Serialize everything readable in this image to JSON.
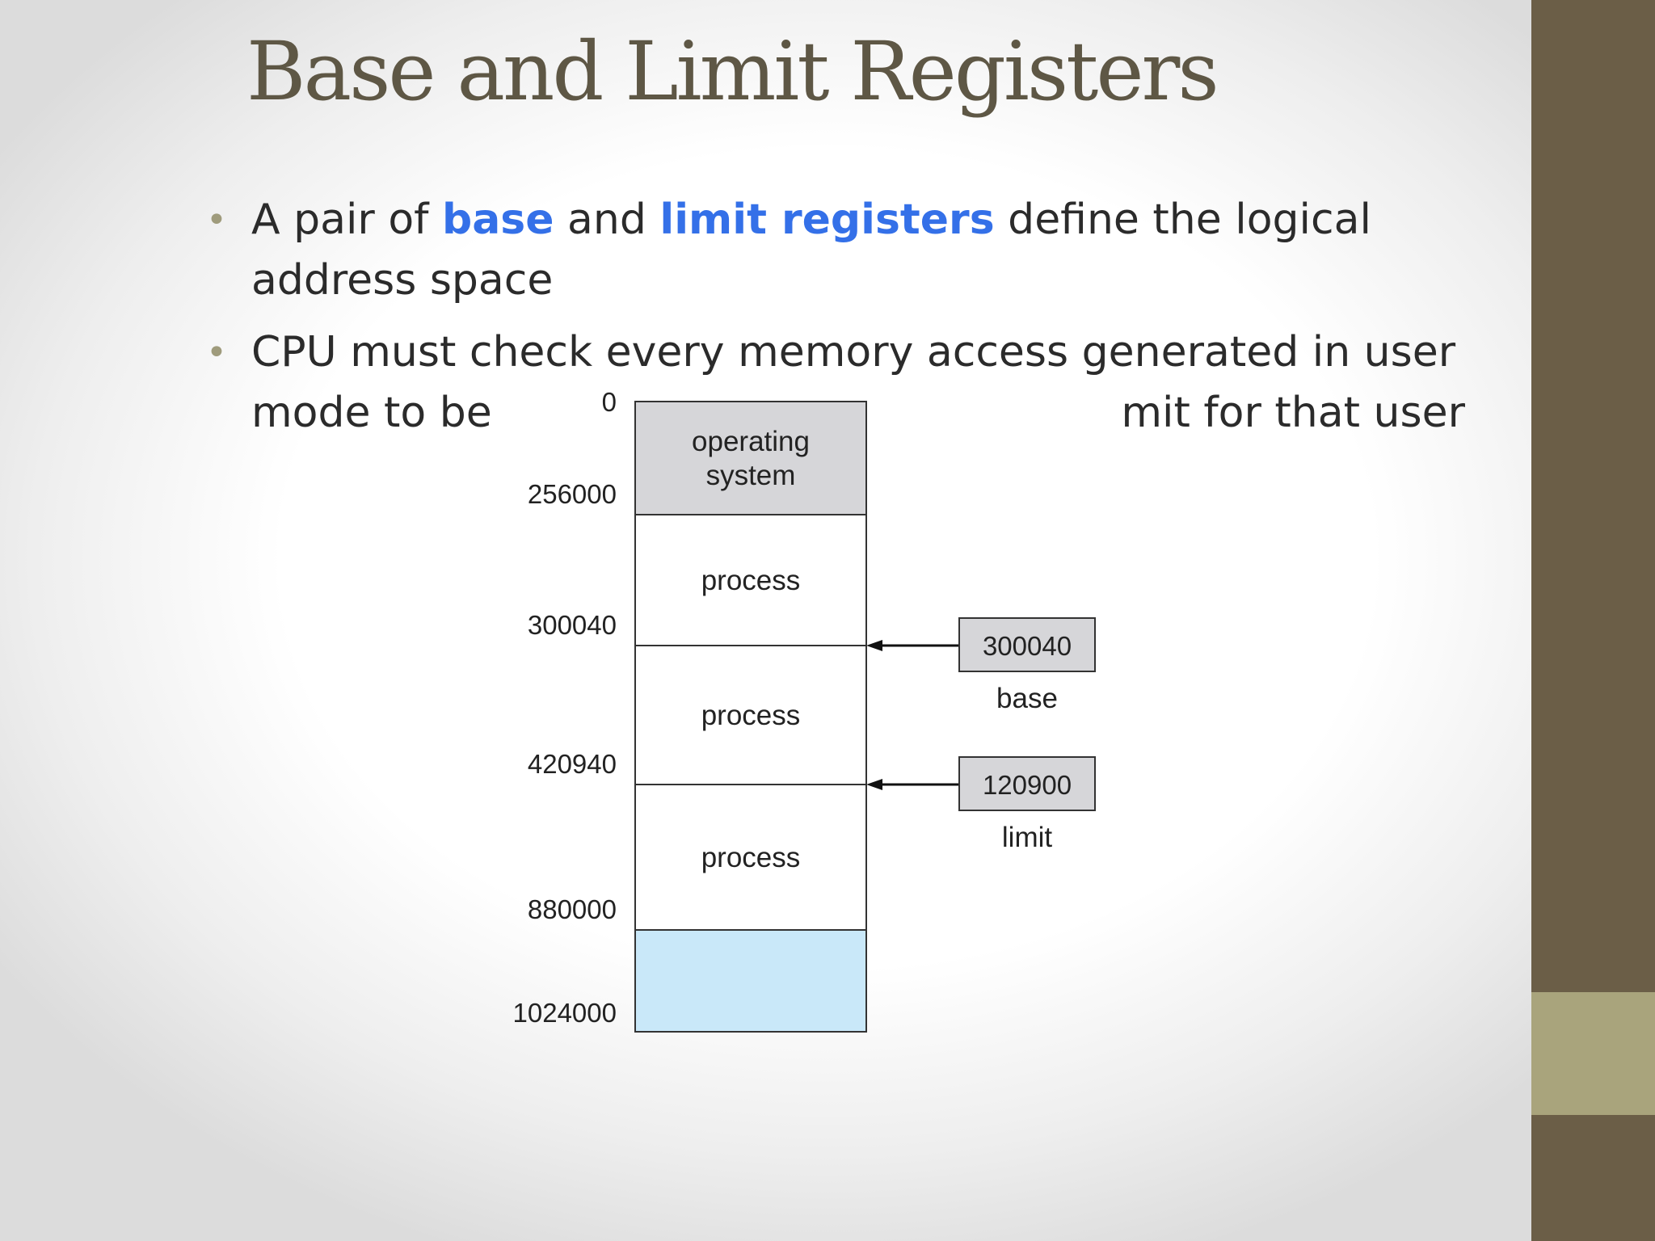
{
  "slide": {
    "title": "Base and Limit Registers",
    "bullets": [
      {
        "parts": [
          {
            "text": "A pair of "
          },
          {
            "text": "base",
            "highlight": true
          },
          {
            "text": " and "
          },
          {
            "text": "limit registers",
            "highlight": true
          },
          {
            "text": " define the logical address space"
          }
        ]
      },
      {
        "parts": [
          {
            "text": "CPU must check every memory access generated in user mode to be s"
          },
          {
            "text": "mit for that user",
            "gap_before": true
          }
        ]
      }
    ]
  },
  "memory_diagram": {
    "segments": [
      {
        "label": "operating\nsystem",
        "fill": "#d6d6d9",
        "start": 0,
        "end": 256000
      },
      {
        "label": "process",
        "fill": "#ffffff",
        "start": 256000,
        "end": 300040
      },
      {
        "label": "process",
        "fill": "#ffffff",
        "start": 300040,
        "end": 420940
      },
      {
        "label": "process",
        "fill": "#ffffff",
        "start": 420940,
        "end": 880000
      },
      {
        "label": "",
        "fill": "#c9e8f9",
        "start": 880000,
        "end": 1024000
      }
    ],
    "addresses": [
      "0",
      "256000",
      "300040",
      "420940",
      "880000",
      "1024000"
    ],
    "registers": [
      {
        "name": "base",
        "value": "300040",
        "points_to": "300040"
      },
      {
        "name": "limit",
        "value": "120900",
        "points_to": "420940"
      }
    ]
  },
  "colors": {
    "title": "#5e5745",
    "highlight": "#3470e8",
    "sidebar": "#6b5e47",
    "sidebar_accent": "#a9a47c"
  }
}
